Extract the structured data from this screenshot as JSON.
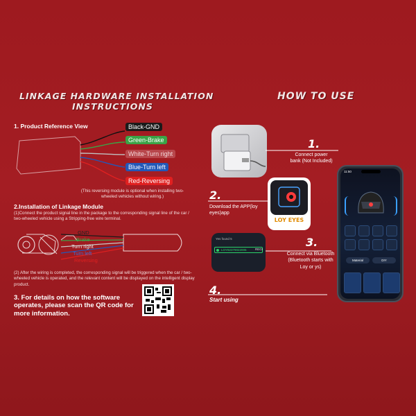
{
  "left": {
    "title_line1": "LINKAGE HARDWARE INSTALLATION",
    "title_line2": "INSTRUCTIONS",
    "section1": "1. Product Reference View",
    "wires": [
      {
        "label": "Black-GND",
        "color": "#1a1a1a"
      },
      {
        "label": "Green-Brake",
        "color": "#3aa447"
      },
      {
        "label": "White-Turn right",
        "color": "#b8474c"
      },
      {
        "label": "Blue-Turn left",
        "color": "#2358b8"
      },
      {
        "label": "Red-Reversing",
        "color": "#e02020"
      }
    ],
    "reversing_note": "(This reversing module is optional when installing two-wheeled vehicles without wiring.)",
    "section2": "2.Installation of Linkage Module",
    "section2_text": "(1)Connect the product signal line in the package to the corresponding signal line of the car / two-wheeled vehicle using a Stripping-free wire terminal.",
    "diagram_wires": [
      "GND",
      "Brake",
      "Turn right",
      "Turn left",
      "Reversing"
    ],
    "section2_text2": "(2)  After the wiring is completed, the corresponding signal will be triggered when the car / two-wheeled vehicle is operated, and the relevant content will be displayed on the intelligent display product.",
    "section3": "3. For details on how the software operates, please scan the QR code for more information."
  },
  "right": {
    "title": "HOW TO USE",
    "steps": [
      {
        "num": "1.",
        "text": "Connect power bank (Not Included)"
      },
      {
        "num": "2.",
        "text": "Download the APP(loy eyes)app"
      },
      {
        "num": "3.",
        "text": "Connect via Bluetooth (Bluetooth starts with Loy or ys)"
      },
      {
        "num": "4.",
        "text": "Start using"
      }
    ],
    "app_name": "LOY EYES",
    "bt_search": "Yes found 5",
    "bt_device": "LOY82379022005",
    "bt_right": "REGI",
    "phone_time": "11:50",
    "phone_buttons": [
      "Material",
      "DIY"
    ]
  },
  "colors": {
    "background": "#a41d23"
  }
}
